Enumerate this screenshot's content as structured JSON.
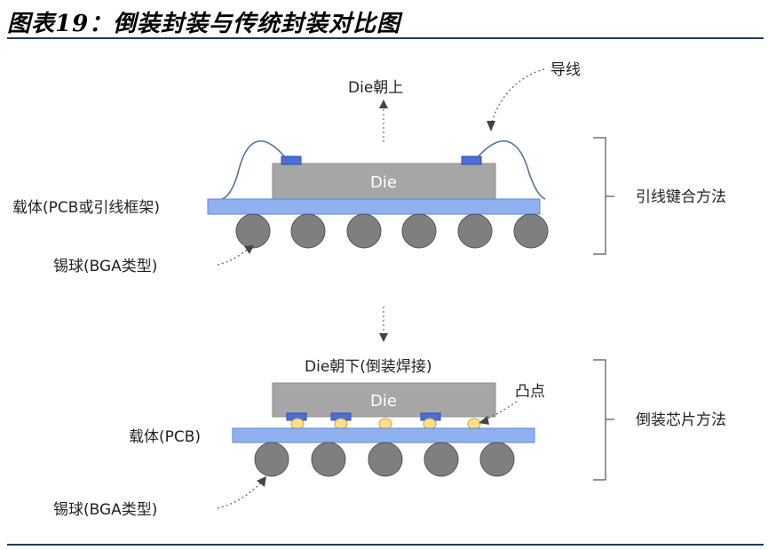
{
  "title": "图表19：倒装封装与传统封装对比图",
  "top": {
    "wire_label": "导线",
    "die_direction": "Die朝上",
    "die_text": "Die",
    "carrier_label": "载体(PCB或引线框架)",
    "solder_label": "锡球(BGA类型)",
    "method_label": "引线键合方法"
  },
  "bottom": {
    "die_direction": "Die朝下(倒装焊接)",
    "die_text": "Die",
    "bump_label": "凸点",
    "carrier_label": "载体(PCB)",
    "solder_label": "锡球(BGA类型)",
    "method_label": "倒装芯片方法"
  },
  "colors": {
    "die": "#a6a6a6",
    "substrate": "#8fb1f0",
    "pad": "#4a6fd6",
    "solder_ball": "#7f7f7f",
    "bump": "#ffe08a",
    "rule": "#1f3a5f"
  }
}
